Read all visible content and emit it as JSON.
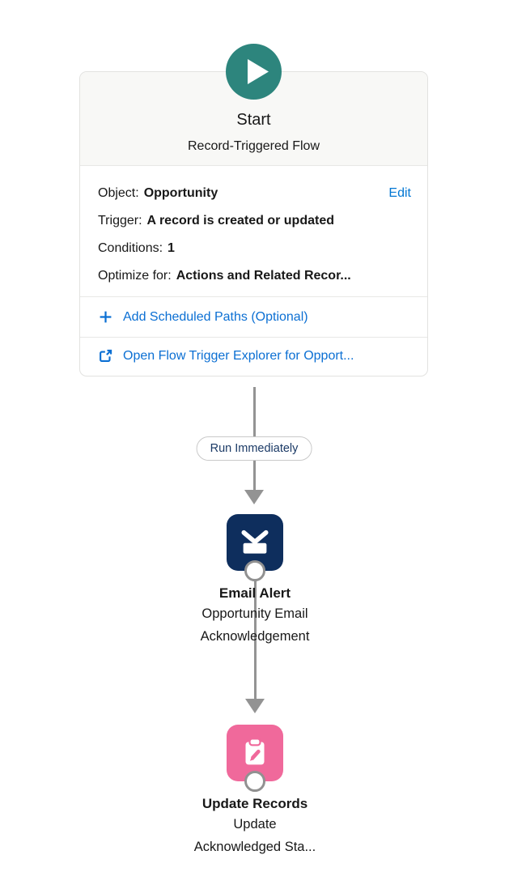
{
  "flow": {
    "start": {
      "icon": "play-icon",
      "title": "Start",
      "subtitle": "Record-Triggered Flow",
      "edit_label": "Edit",
      "details": [
        {
          "label": "Object:",
          "value": "Opportunity"
        },
        {
          "label": "Trigger:",
          "value": "A record is created or updated"
        },
        {
          "label": "Conditions:",
          "value": "1"
        },
        {
          "label": "Optimize for:",
          "value": "Actions and Related Recor..."
        }
      ],
      "actions": [
        {
          "icon": "plus-icon",
          "label": "Add Scheduled Paths (Optional)"
        },
        {
          "icon": "external-link-icon",
          "label": "Open Flow Trigger Explorer for Opport..."
        }
      ]
    },
    "connector_label": "Run Immediately",
    "nodes": [
      {
        "icon": "email-icon",
        "title": "Email Alert",
        "subtitle_line1": "Opportunity Email",
        "subtitle_line2": "Acknowledgement"
      },
      {
        "icon": "update-records-icon",
        "title": "Update Records",
        "subtitle_line1": "Update",
        "subtitle_line2": "Acknowledged Sta..."
      }
    ],
    "colors": {
      "start_teal": "#2d857d",
      "email_navy": "#0e2e5d",
      "update_pink": "#f0699b",
      "link_blue": "#0176d3",
      "connector_gray": "#939393"
    }
  }
}
